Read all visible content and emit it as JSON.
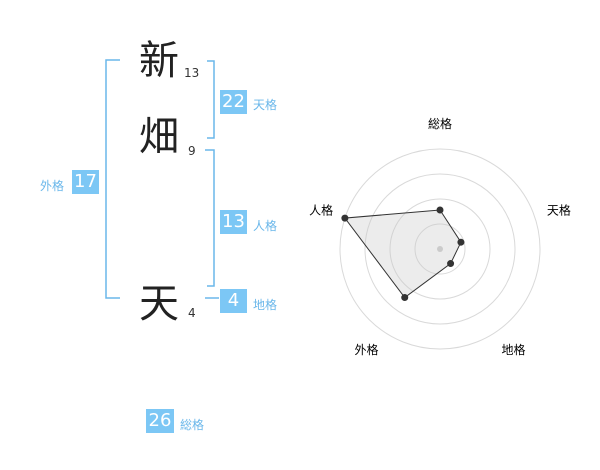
{
  "name": {
    "chars": [
      {
        "char": "新",
        "strokes": "13"
      },
      {
        "char": "畑",
        "strokes": "9"
      },
      {
        "char": "天",
        "strokes": "4"
      }
    ]
  },
  "grids": {
    "tenkaku": {
      "value": "22",
      "label": "天格"
    },
    "jinkaku": {
      "value": "13",
      "label": "人格"
    },
    "chikaku": {
      "value": "4",
      "label": "地格"
    },
    "gaikaku": {
      "value": "17",
      "label": "外格"
    },
    "soukaku": {
      "value": "26",
      "label": "総格"
    }
  },
  "colors": {
    "accent": "#7cc7f5",
    "label": "#6ab7ea",
    "bracket": "#6ab7ea"
  },
  "chart_data": {
    "type": "radar",
    "axes": [
      "総格",
      "天格",
      "地格",
      "外格",
      "人格"
    ],
    "values": [
      0.39,
      0.22,
      0.18,
      0.6,
      1.0
    ],
    "rings": 4
  }
}
